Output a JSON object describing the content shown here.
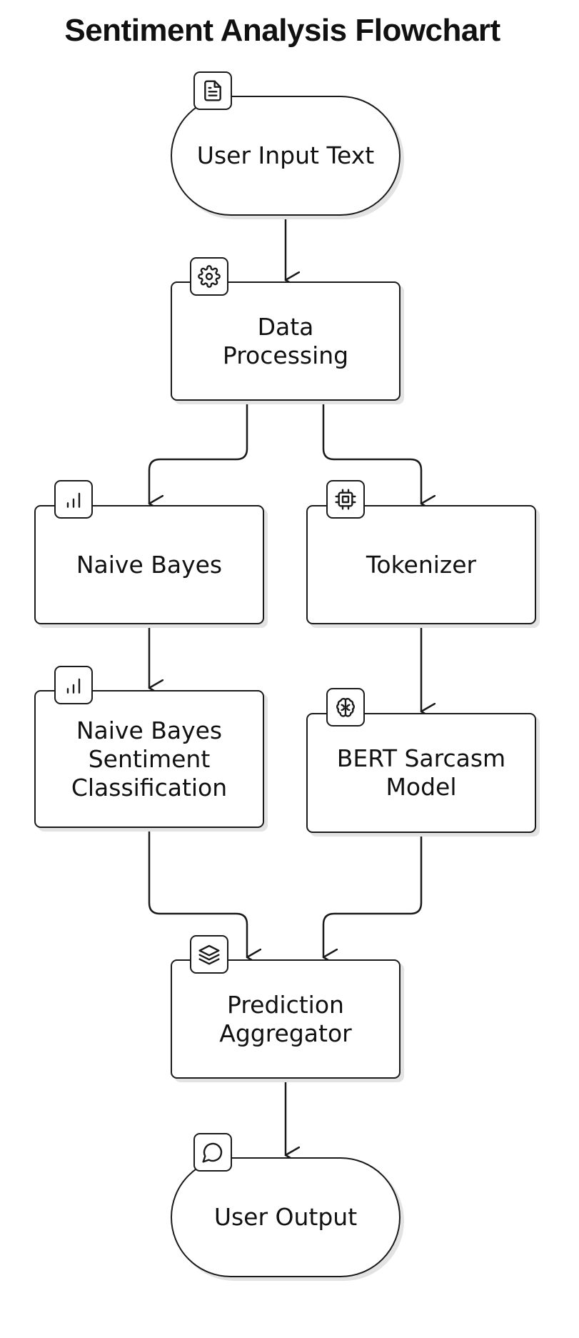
{
  "title": "Sentiment Analysis Flowchart",
  "nodes": {
    "user_input": {
      "label": "User Input Text",
      "icon": "document-icon"
    },
    "data_processing": {
      "label": "Data\nProcessing",
      "icon": "gear-icon"
    },
    "naive_bayes": {
      "label": "Naive Bayes",
      "icon": "bar-chart-icon"
    },
    "tokenizer": {
      "label": "Tokenizer",
      "icon": "cpu-chip-icon"
    },
    "nb_classification": {
      "label": "Naive Bayes\nSentiment\nClassification",
      "icon": "bar-chart-icon"
    },
    "bert_model": {
      "label": "BERT Sarcasm\nModel",
      "icon": "brain-icon"
    },
    "aggregator": {
      "label": "Prediction\nAggregator",
      "icon": "layers-icon"
    },
    "user_output": {
      "label": "User Output",
      "icon": "message-bubble-icon"
    }
  },
  "edges": [
    {
      "from": "user_input",
      "to": "data_processing"
    },
    {
      "from": "data_processing",
      "to": "naive_bayes"
    },
    {
      "from": "data_processing",
      "to": "tokenizer"
    },
    {
      "from": "naive_bayes",
      "to": "nb_classification"
    },
    {
      "from": "tokenizer",
      "to": "bert_model"
    },
    {
      "from": "nb_classification",
      "to": "aggregator"
    },
    {
      "from": "bert_model",
      "to": "aggregator"
    },
    {
      "from": "aggregator",
      "to": "user_output"
    }
  ]
}
